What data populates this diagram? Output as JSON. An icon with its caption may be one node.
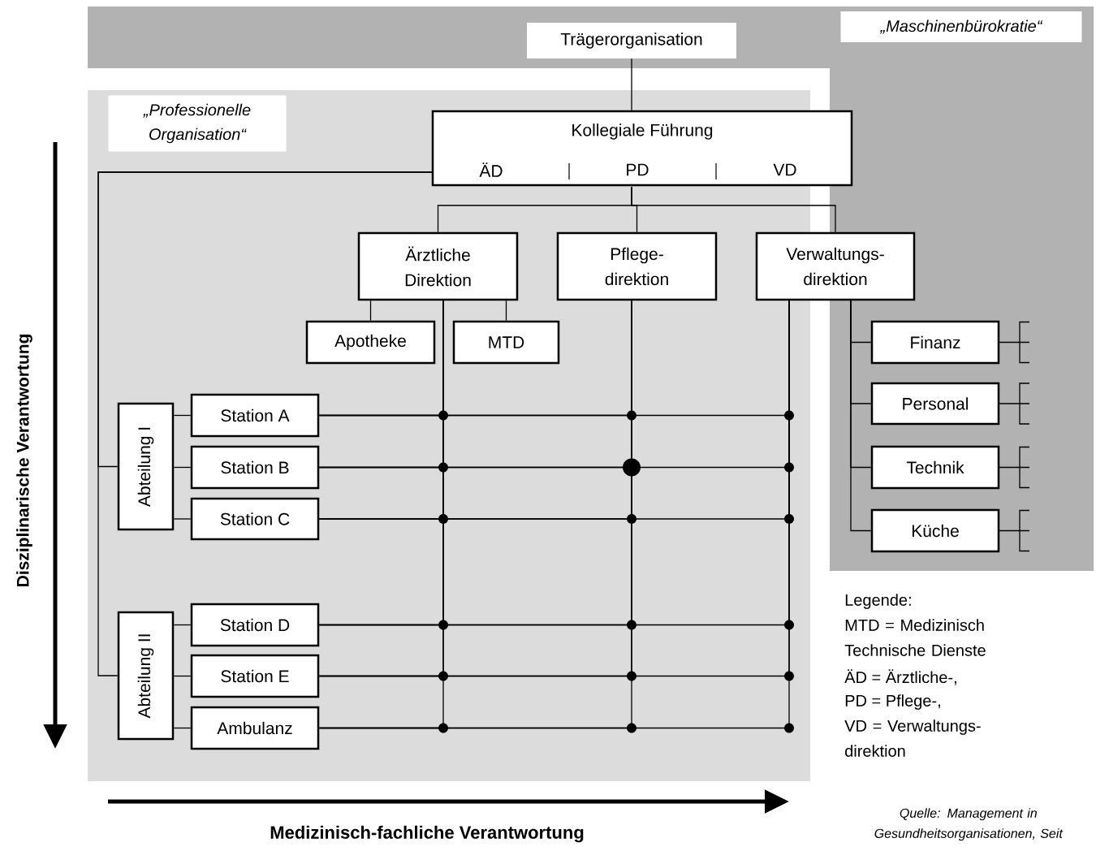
{
  "diagram": {
    "nodes": [
      {
        "text": [
          "Trägerorganisation"
        ]
      },
      {
        "text": [
          "Kollegiale Führung",
          "ÄD",
          "PD",
          "VD"
        ]
      },
      {
        "text": [
          "Ärztliche Direktion"
        ]
      },
      {
        "text": [
          "Pflege- direktion"
        ]
      },
      {
        "text": [
          "Verwaltungs- direktion"
        ]
      },
      {
        "text": [
          "Apotheke"
        ]
      },
      {
        "text": [
          "MTD"
        ]
      },
      {
        "text": [
          "Finanz"
        ]
      },
      {
        "text": [
          "Personal"
        ]
      },
      {
        "text": [
          "Technik"
        ]
      },
      {
        "text": [
          "Küche"
        ]
      },
      {
        "text": [
          "Abteilung I"
        ]
      },
      {
        "text": [
          "Abteilung II"
        ]
      },
      {
        "text": [
          "Station A"
        ]
      },
      {
        "text": [
          "Station B"
        ]
      },
      {
        "text": [
          "Station C"
        ]
      },
      {
        "text": [
          "Station D"
        ]
      },
      {
        "text": [
          "Station E"
        ]
      },
      {
        "text": [
          "Ambulanz"
        ]
      }
    ],
    "edges": [
      {
        "from": 0,
        "to": 1,
        "arrow": "none"
      },
      {
        "from": 1,
        "to": 2,
        "arrow": "none"
      },
      {
        "from": 1,
        "to": 3,
        "arrow": "none"
      },
      {
        "from": 1,
        "to": 4,
        "arrow": "none"
      },
      {
        "from": 1,
        "to": 11,
        "arrow": "none"
      },
      {
        "from": 1,
        "to": 12,
        "arrow": "none"
      },
      {
        "from": 2,
        "to": 5,
        "arrow": "none"
      },
      {
        "from": 2,
        "to": 6,
        "arrow": "none"
      },
      {
        "from": 4,
        "to": 7,
        "arrow": "none"
      },
      {
        "from": 4,
        "to": 8,
        "arrow": "none"
      },
      {
        "from": 4,
        "to": 9,
        "arrow": "none"
      },
      {
        "from": 4,
        "to": 10,
        "arrow": "none"
      },
      {
        "from": 11,
        "to": 13,
        "arrow": "none"
      },
      {
        "from": 11,
        "to": 14,
        "arrow": "none"
      },
      {
        "from": 11,
        "to": 15,
        "arrow": "none"
      },
      {
        "from": 12,
        "to": 16,
        "arrow": "none"
      },
      {
        "from": 12,
        "to": 17,
        "arrow": "none"
      },
      {
        "from": 12,
        "to": 18,
        "arrow": "none"
      },
      {
        "from": 2,
        "to": 13,
        "arrow": "none"
      },
      {
        "from": 3,
        "to": 13,
        "arrow": "none"
      },
      {
        "from": 4,
        "to": 13,
        "arrow": "none"
      },
      {
        "from": 2,
        "to": 14,
        "arrow": "none"
      },
      {
        "from": 3,
        "to": 14,
        "arrow": "none"
      },
      {
        "from": 4,
        "to": 14,
        "arrow": "none"
      },
      {
        "from": 2,
        "to": 15,
        "arrow": "none"
      },
      {
        "from": 3,
        "to": 15,
        "arrow": "none"
      },
      {
        "from": 4,
        "to": 15,
        "arrow": "none"
      },
      {
        "from": 2,
        "to": 16,
        "arrow": "none"
      },
      {
        "from": 3,
        "to": 16,
        "arrow": "none"
      },
      {
        "from": 4,
        "to": 16,
        "arrow": "none"
      },
      {
        "from": 2,
        "to": 17,
        "arrow": "none"
      },
      {
        "from": 3,
        "to": 17,
        "arrow": "none"
      },
      {
        "from": 4,
        "to": 17,
        "arrow": "none"
      },
      {
        "from": 2,
        "to": 18,
        "arrow": "none"
      },
      {
        "from": 3,
        "to": 18,
        "arrow": "none"
      },
      {
        "from": 4,
        "to": 18,
        "arrow": "none"
      }
    ],
    "labels": [
      "„Maschinenbürokratie“",
      "„Professionelle Organisation“",
      "Disziplinarische Verantwortung",
      "Medizinisch-fachliche Verantwortung",
      "Legende:",
      "MTD = Medizinisch Technische Dienste",
      "ÄD = Ärztliche-,",
      "PD = Pflege-,",
      "VD = Verwaltungs- direktion",
      "Quelle: Management in Gesundheitsorganisationen, Seit"
    ]
  }
}
